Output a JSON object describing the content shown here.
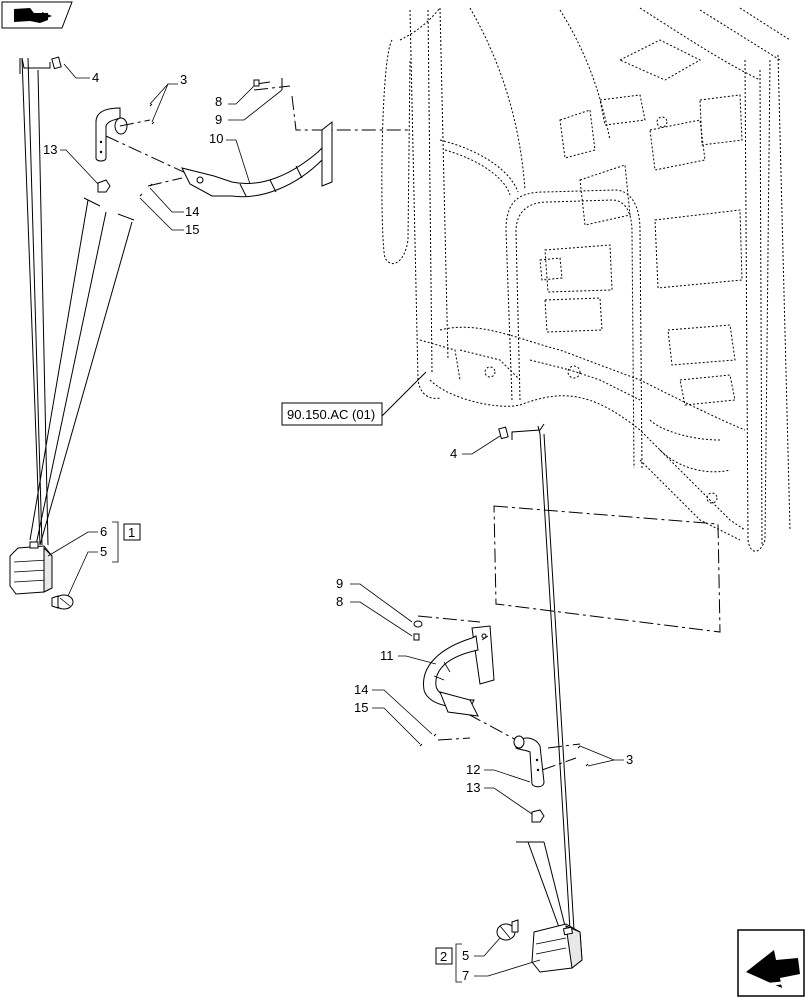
{
  "reference_box": {
    "text": "90.150.AC (01)"
  },
  "callouts": {
    "top_left": {
      "c4": "4",
      "c3": "3",
      "c8": "8",
      "c9": "9",
      "c10": "10",
      "c13": "13",
      "c14": "14",
      "c15": "15"
    },
    "left_group": {
      "c6": "6",
      "c5": "5",
      "variant": "1"
    },
    "center": {
      "c4": "4"
    },
    "bottom_center": {
      "c9": "9",
      "c8": "8",
      "c11": "11",
      "c14": "14",
      "c15": "15",
      "c12": "12",
      "c13": "13",
      "c3": "3"
    },
    "bottom_group": {
      "variant": "2",
      "c5": "5",
      "c7": "7"
    }
  },
  "icons": {
    "top_left": "book-arrow-icon",
    "bottom_right": "previous-page-arrow-icon"
  }
}
